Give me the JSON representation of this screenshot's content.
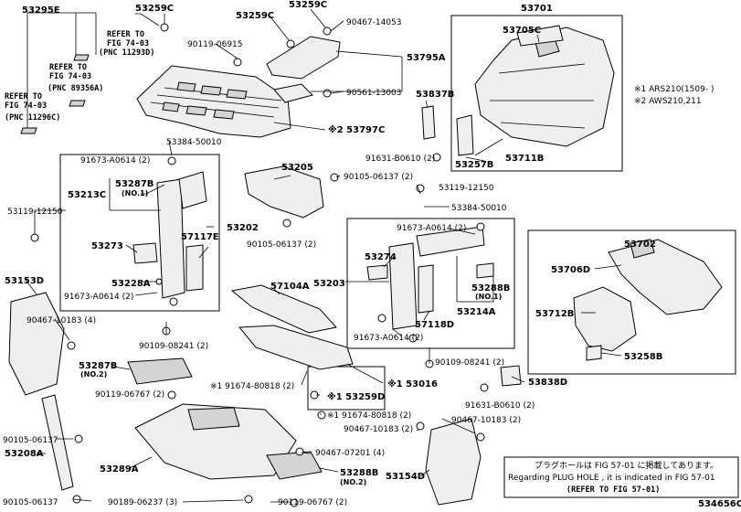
{
  "labels": {
    "p53295E": "53295E",
    "p53259C_a": "53259C",
    "p53259C_b": "53259C",
    "p53259C_c": "53259C",
    "p90467_14053": "90467-14053",
    "p90119_06915": "90119-06915",
    "p53795A": "53795A",
    "p90561_13003": "90561-13003",
    "p53797C": "※2 53797C",
    "p53701": "53701",
    "p53705C": "53705C",
    "p53837B": "53837B",
    "p91631_B0610_a": "91631-B0610 (2)",
    "p53257B": "53257B",
    "p53711B": "53711B",
    "p53384_50010_a": "53384-50010",
    "p91673_A0614_a": "91673-A0614 (2)",
    "p53287B_a": "53287B",
    "p53213C": "53213C",
    "p53119_12150_a": "53119-12150",
    "p53202": "53202",
    "p53273": "53273",
    "p57117E": "57117E",
    "p53228A": "53228A",
    "p91673_A0614_b": "91673-A0614 (2)",
    "p53205": "53205",
    "p90105_06137_a": "90105-06137 (2)",
    "p90105_06137_b": "90105-06137 (2)",
    "p53119_12150_b": "53119-12150",
    "p53384_50010_b": "53384-50010",
    "p91673_A0614_c": "91673-A0614 (2)",
    "p53274": "53274",
    "p53203": "53203",
    "p53288B_a": "53288B",
    "p53214A": "53214A",
    "p57118D": "57118D",
    "p91673_A0614_d": "91673-A0614 (2)",
    "p53702": "53702",
    "p53706D": "53706D",
    "p53712B": "53712B",
    "p53258B": "53258B",
    "p53153D": "53153D",
    "p90467_10183_a": "90467-10183 (4)",
    "p57104A": "57104A",
    "p90109_08241_a": "90109-08241 (2)",
    "p90109_08241_b": "90109-08241 (2)",
    "p53287B_b": "53287B",
    "p90119_06767_a": "90119-06767 (2)",
    "p91674_80818_a": "※1 91674-80818 (2)",
    "p53016": "※1 53016",
    "p53259D": "※1 53259D",
    "p91674_80818_b": "※1 91674-80818 (2)",
    "p53838D": "53838D",
    "p91631_B0610_b": "91631-B0610 (2)",
    "p90105_06137_c": "90105-06137",
    "p53208A": "53208A",
    "p90105_06137_d": "90105-06137",
    "p53289A": "53289A",
    "p90189_06237": "90189-06237 (3)",
    "p90119_06767_b": "90119-06767 (2)",
    "p90467_07201": "90467-07201 (4)",
    "p53288B_b": "53288B",
    "p90467_10183_b": "90467-10183 (2)",
    "p90467_10183_c": "90467-10183 (2)",
    "p53154D": "53154D",
    "no1_a": "(NO.1)",
    "no1_b": "(NO.1)",
    "no2_a": "(NO.2)",
    "no2_b": "(NO.2)",
    "catalog_id": "534656C"
  },
  "refs": {
    "r1_a": "REFER TO",
    "r1_b": "FIG 74-03",
    "r1_c": "(PNC 11293D)",
    "r2_a": "REFER TO",
    "r2_b": "FIG 74-03",
    "r2_c": "(PNC 89356A)",
    "r3_a": "REFER TO",
    "r3_b": "FIG 74-03",
    "r3_c": "(PNC 11296C)"
  },
  "applicability": {
    "note1": "※1 ARS210(1509-   )",
    "note2": "※2 AWS210,211"
  },
  "note": {
    "line1": "プラグホールは FIG 57-01 に掲載してあります。",
    "line2": "Regarding  PLUG  HOLE , it is indicated in  FIG  57-01",
    "line3": "(REFER  TO  FIG  57-01)"
  }
}
